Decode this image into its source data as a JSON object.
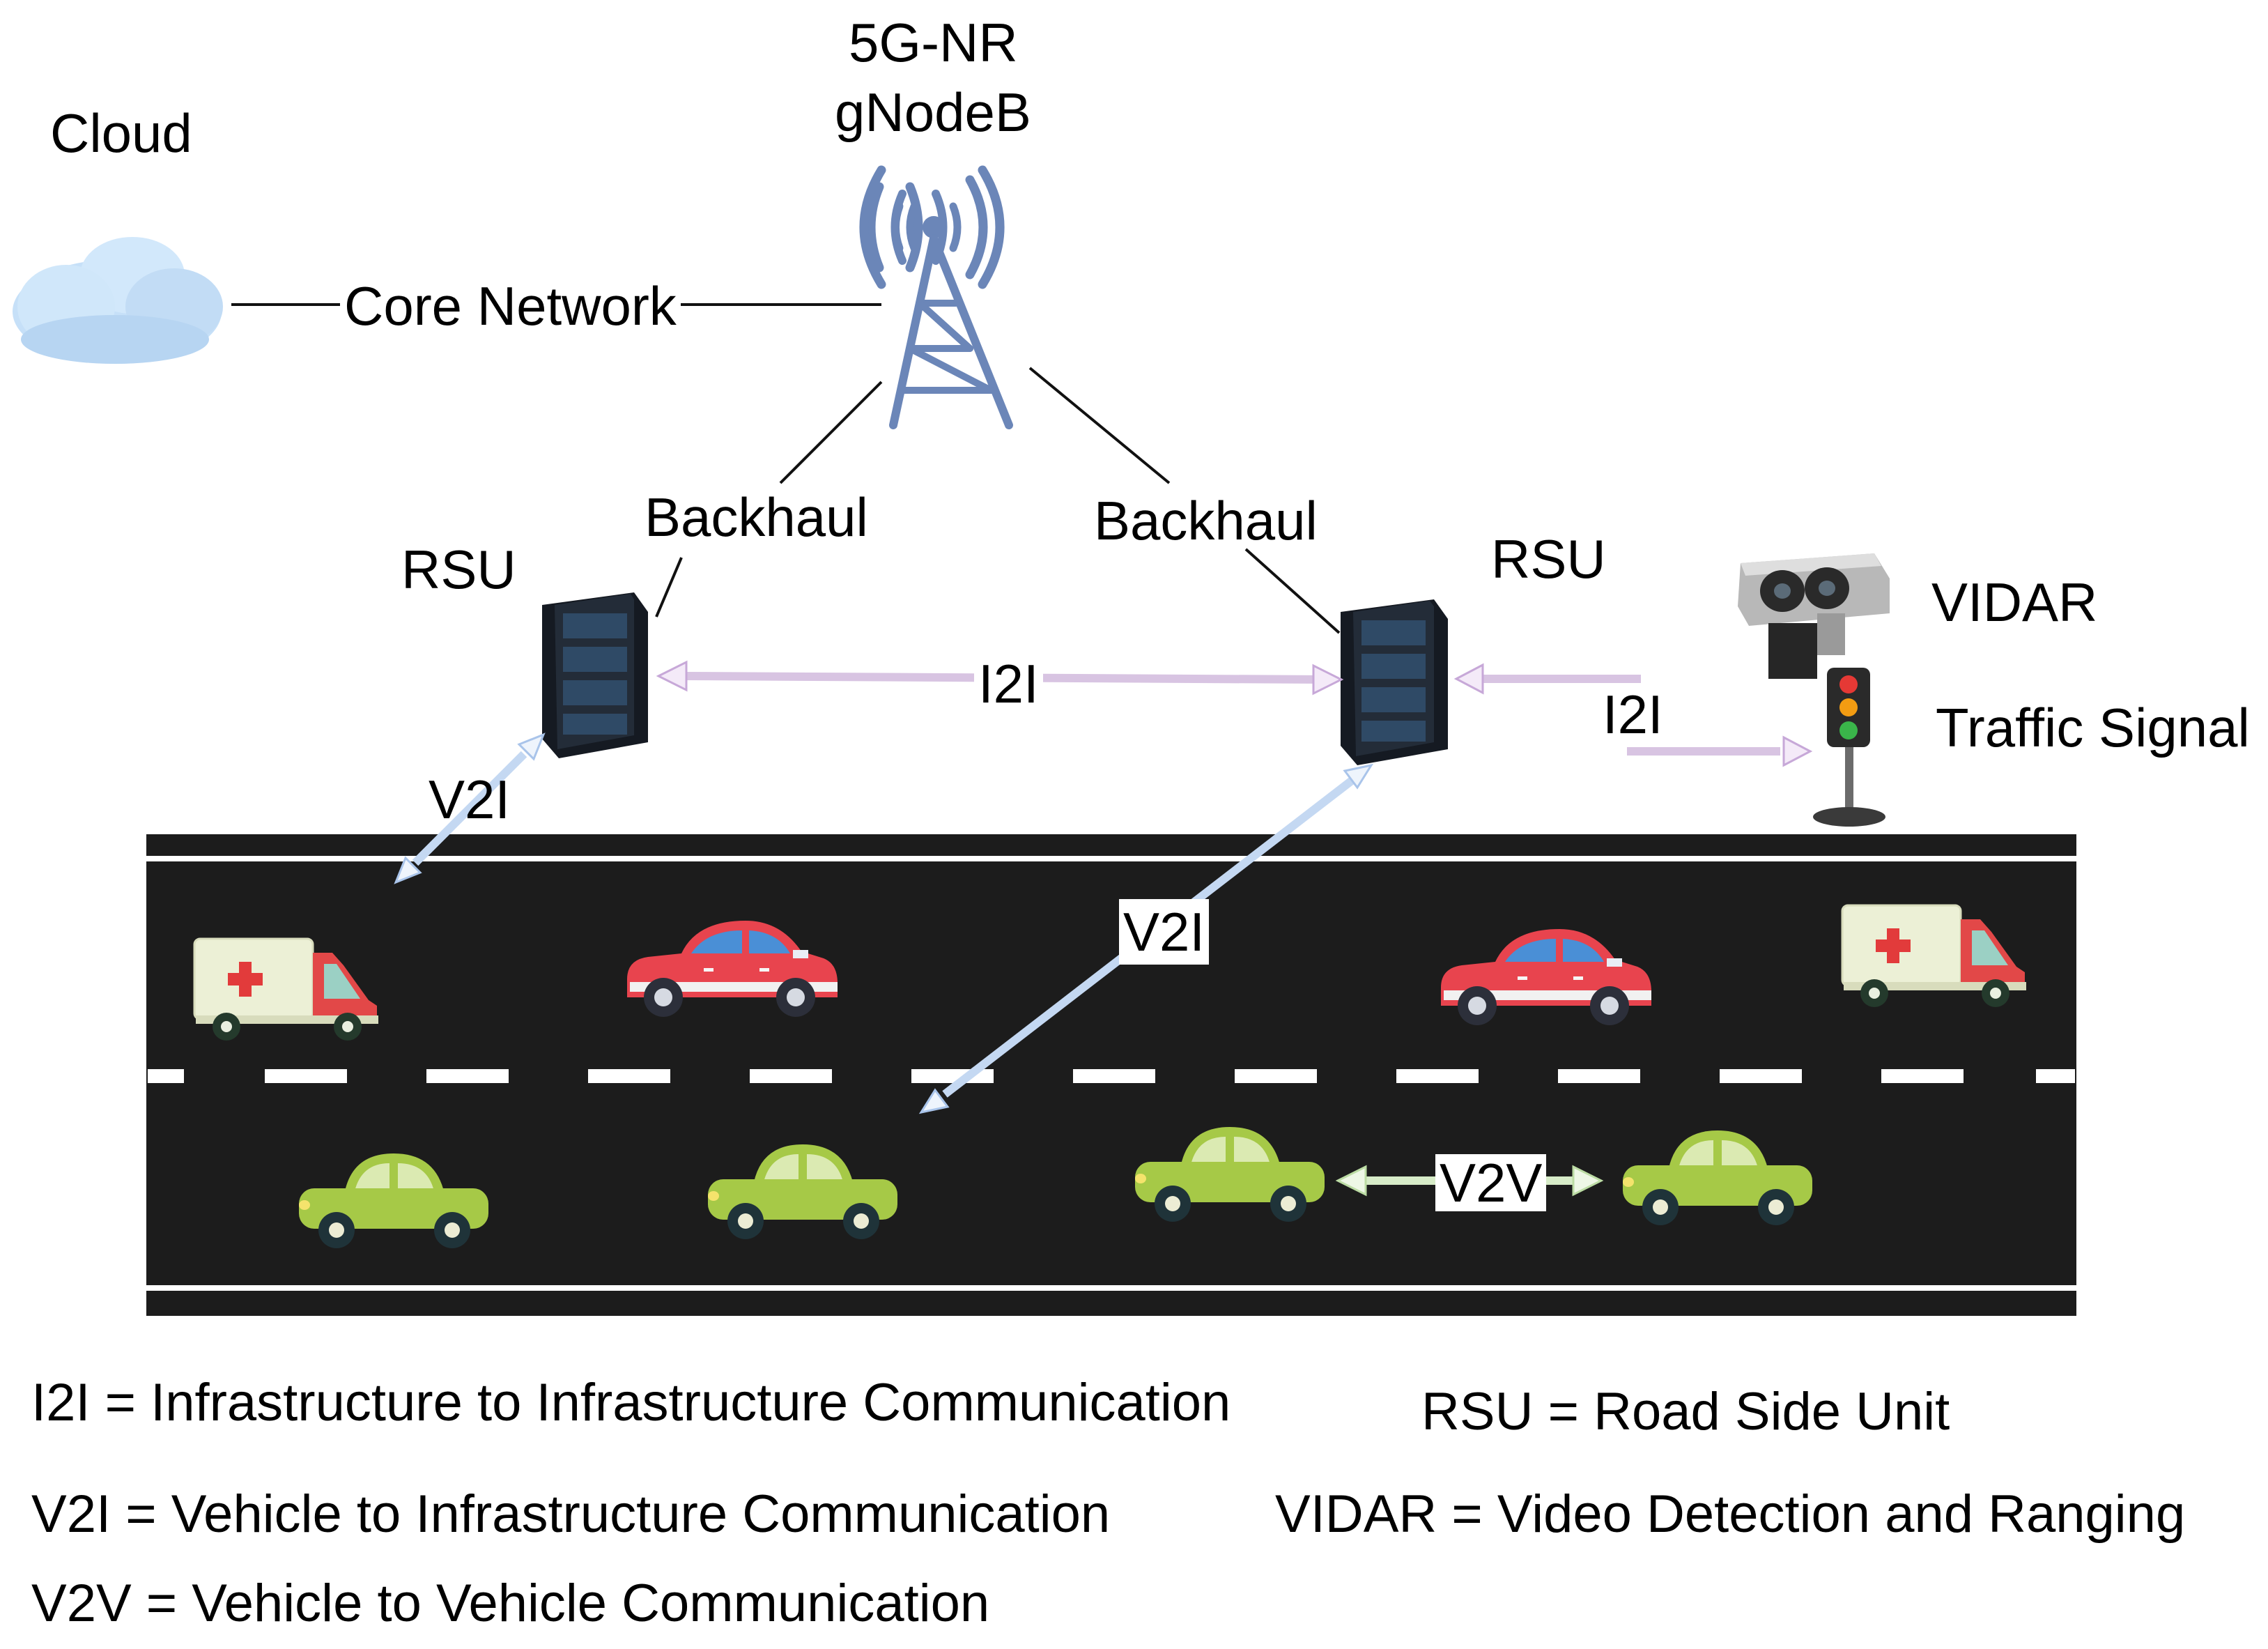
{
  "labels": {
    "cloud": "Cloud",
    "gnb_line1": "5G-NR",
    "gnb_line2": "gNodeB",
    "core_network": "Core Network",
    "backhaul_left": "Backhaul",
    "backhaul_right": "Backhaul",
    "rsu_left": "RSU",
    "rsu_right": "RSU",
    "vidar": "VIDAR",
    "traffic_signal": "Traffic Signal",
    "i2i_center": "I2I",
    "i2i_right": "I2I",
    "v2i_left": "V2I",
    "v2i_center": "V2I",
    "v2v": "V2V"
  },
  "legend": {
    "i2i": "I2I = Infrastructure to Infrastructure Communication",
    "v2i": "V2I = Vehicle to Infrastructure Communication",
    "v2v": "V2V = Vehicle to Vehicle Communication",
    "rsu": "RSU = Road Side Unit",
    "vidar": "VIDAR = Video Detection and Ranging"
  },
  "icons": [
    "cloud-icon",
    "cell-tower-icon",
    "server-rack-icon",
    "camera-icon",
    "traffic-light-icon",
    "ambulance-icon",
    "red-car-icon",
    "green-car-icon"
  ],
  "colors": {
    "road": "#1c1c1c",
    "tower": "#6b86b8",
    "i2i_arrow": "#d8c4e2",
    "v2i_arrow": "#c4d8f2",
    "v2v_arrow": "#d7ecc8",
    "red_car": "#e8444e",
    "green_car": "#a6c947"
  }
}
